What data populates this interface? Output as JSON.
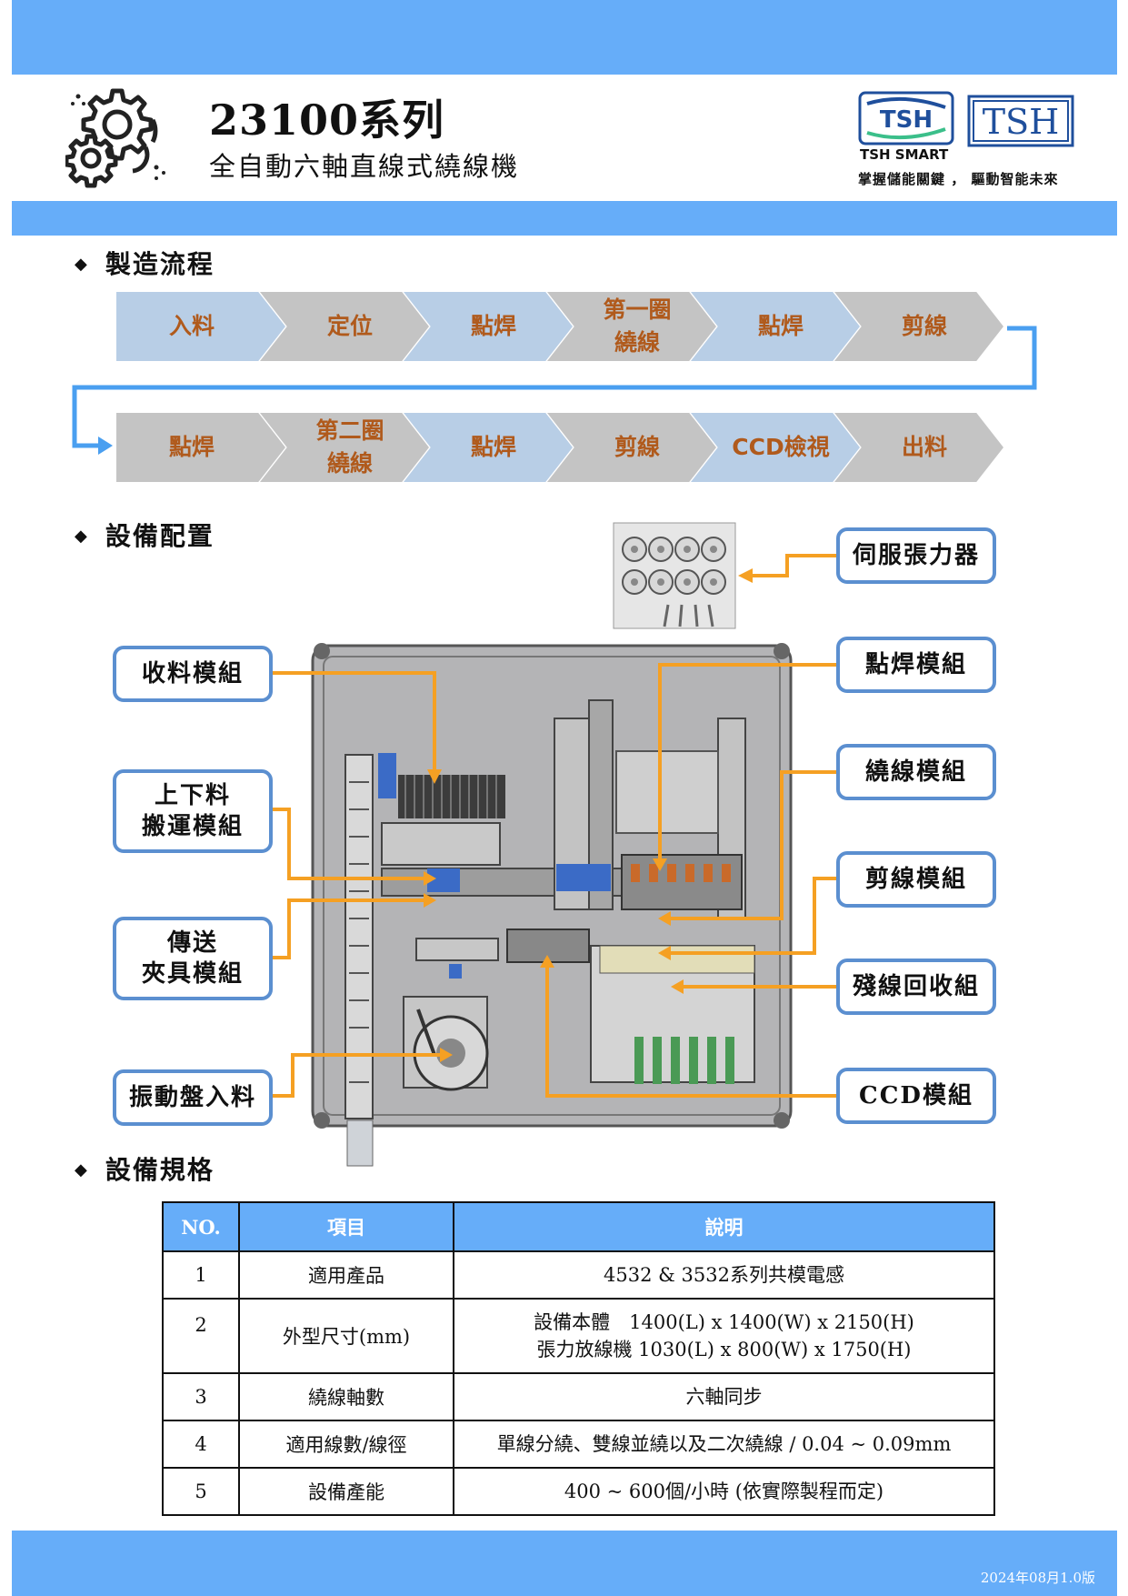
{
  "header": {
    "series_title": "23100系列",
    "series_subtitle": "全自動六軸直線式繞線機",
    "brand_logo_text": "TSH",
    "brand_name": "TSH SMART",
    "brand_slogan": "掌握儲能關鍵 ， 驅動智能未來"
  },
  "sections": {
    "process": "製造流程",
    "layout": "設備配置",
    "spec": "設備規格"
  },
  "flow": {
    "row1": [
      "入料",
      "定位",
      "點焊",
      "第一圈\n繞線",
      "點焊",
      "剪線"
    ],
    "row2": [
      "點焊",
      "第二圈\n繞線",
      "點焊",
      "剪線",
      "CCD檢視",
      "出料"
    ]
  },
  "layout": {
    "left_callouts": [
      "收料模組",
      "上下料\n搬運模組",
      "傳送\n夾具模組",
      "振動盤入料"
    ],
    "right_callouts": [
      "伺服張力器",
      "點焊模組",
      "繞線模組",
      "剪線模組",
      "殘線回收組",
      "CCD模組"
    ]
  },
  "spec": {
    "headers": [
      "NO.",
      "項目",
      "說明"
    ],
    "rows": [
      {
        "no": "1",
        "item": "適用產品",
        "desc": "4532 & 3532系列共模電感"
      },
      {
        "no": "2",
        "item": "外型尺寸(mm)",
        "desc": "設備本體　1400(L) x 1400(W) x 2150(H)\n張力放線機  1030(L) x 800(W) x 1750(H)"
      },
      {
        "no": "3",
        "item": "繞線軸數",
        "desc": "六軸同步"
      },
      {
        "no": "4",
        "item": "適用線數/線徑",
        "desc": "單線分繞、雙線並繞以及二次繞線 / 0.04 ~ 0.09mm"
      },
      {
        "no": "5",
        "item": "設備產能",
        "desc": "400 ~ 600個/小時 (依實際製程而定)"
      }
    ]
  },
  "footer": {
    "version": "2024年08月1.0版"
  },
  "colors": {
    "band": "#66adf9",
    "step_blue": "#b8cee6",
    "step_gray": "#c4c4c4",
    "step_text": "#b05a1c",
    "callout_border": "#5b8fd0",
    "leader_line": "#f5a023"
  }
}
